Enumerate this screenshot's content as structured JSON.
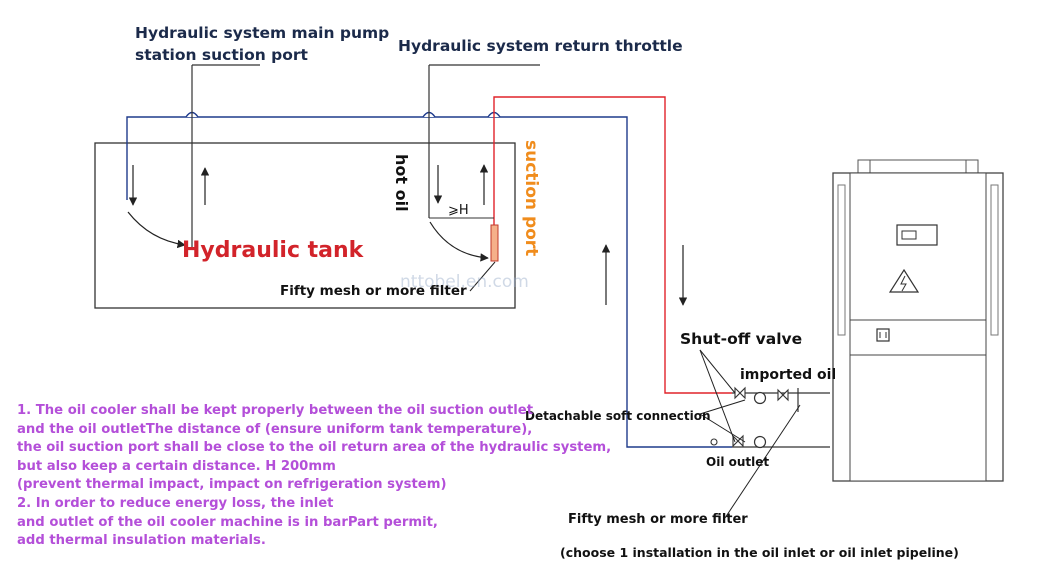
{
  "labels": {
    "main_pump": [
      "Hydraulic system main pump",
      "station suction port"
    ],
    "return_throttle": "Hydraulic system return throttle",
    "hydraulic_tank": "Hydraulic tank",
    "hot_oil": "hot oil",
    "suction_port": "suction port",
    "filter_tank": "Fifty mesh or more filter",
    "geq_h": "⩾H",
    "shutoff_valve": "Shut-off valve",
    "imported_oil": "imported oil",
    "soft_connection": "Detachable soft connection",
    "oil_outlet": "Oil outlet",
    "filter_mesh": "Fifty mesh or more filter",
    "choose": "(choose 1 installation in the oil inlet or oil inlet pipeline)"
  },
  "notes": [
    "1. The oil cooler shall be kept properly between the oil suction outlet",
    "and the oil outletThe distance of (ensure uniform tank temperature),",
    "the oil suction port shall be close to the oil return area of the hydraulic system,",
    "but also keep a certain distance. H 200mm",
    "(prevent thermal impact, impact on refrigeration system)",
    "2. In order to reduce energy loss, the inlet",
    "and outlet of the oil cooler machine is in barPart permit,",
    " add thermal insulation materials."
  ],
  "watermark": "nttobel.en.com",
  "colors": {
    "return_line": "#1f3b8c",
    "suction_line": "#e0232a",
    "tank_label": "#d2232a",
    "suction_label": "#f08c1c",
    "notes": "#b44fd9"
  }
}
